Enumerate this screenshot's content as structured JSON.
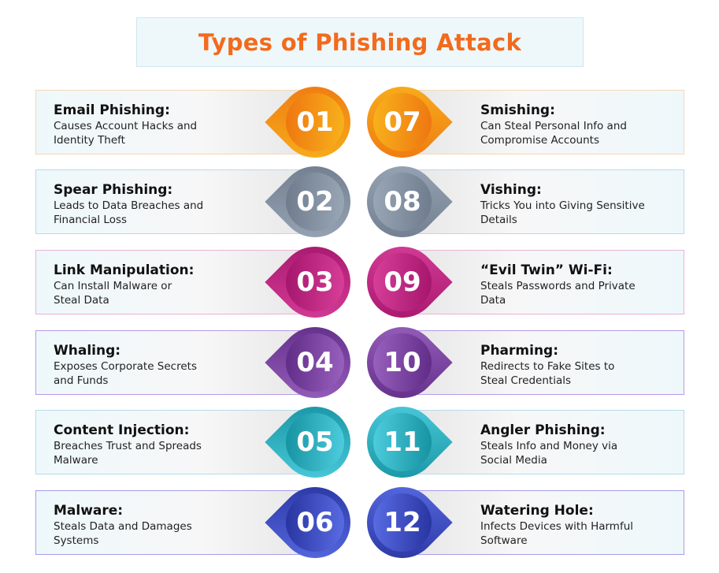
{
  "title": "Types of Phishing Attack",
  "colors": {
    "title": "#f26b1d",
    "rows": [
      {
        "dark": "#ee7410",
        "light": "#f8b41c",
        "border": "#f3d9b4"
      },
      {
        "dark": "#6c7a8b",
        "light": "#9aa8b8",
        "border": "#bcd8ee"
      },
      {
        "dark": "#a3146b",
        "light": "#d9409a",
        "border": "#e9b3d6"
      },
      {
        "dark": "#5e2a86",
        "light": "#9a63bf",
        "border": "#b79be8"
      },
      {
        "dark": "#14909f",
        "light": "#4fcfe0",
        "border": "#b7dbe8"
      },
      {
        "dark": "#26329e",
        "light": "#5b6ee6",
        "border": "#a79de8"
      }
    ]
  },
  "items": [
    {
      "num": "01",
      "title": "Email Phishing:",
      "desc": "Causes Account Hacks and\nIdentity Theft"
    },
    {
      "num": "02",
      "title": "Spear Phishing:",
      "desc": "Leads to Data Breaches and\nFinancial Loss"
    },
    {
      "num": "03",
      "title": "Link Manipulation:",
      "desc": "Can Install Malware or\nSteal Data"
    },
    {
      "num": "04",
      "title": "Whaling:",
      "desc": "Exposes Corporate Secrets\nand Funds"
    },
    {
      "num": "05",
      "title": "Content Injection:",
      "desc": "Breaches Trust and Spreads\nMalware"
    },
    {
      "num": "06",
      "title": "Malware:",
      "desc": "Steals Data and Damages\nSystems"
    },
    {
      "num": "07",
      "title": "Smishing:",
      "desc": "Can Steal Personal Info and\nCompromise Accounts"
    },
    {
      "num": "08",
      "title": "Vishing:",
      "desc": "Tricks You into Giving Sensitive\nDetails"
    },
    {
      "num": "09",
      "title": "“Evil Twin” Wi-Fi:",
      "desc": "Steals Passwords and Private\nData"
    },
    {
      "num": "10",
      "title": "Pharming:",
      "desc": "Redirects to Fake Sites to\nSteal Credentials"
    },
    {
      "num": "11",
      "title": "Angler Phishing:",
      "desc": "Steals Info and Money via\nSocial Media"
    },
    {
      "num": "12",
      "title": "Watering Hole:",
      "desc": "Infects Devices with Harmful\nSoftware"
    }
  ]
}
